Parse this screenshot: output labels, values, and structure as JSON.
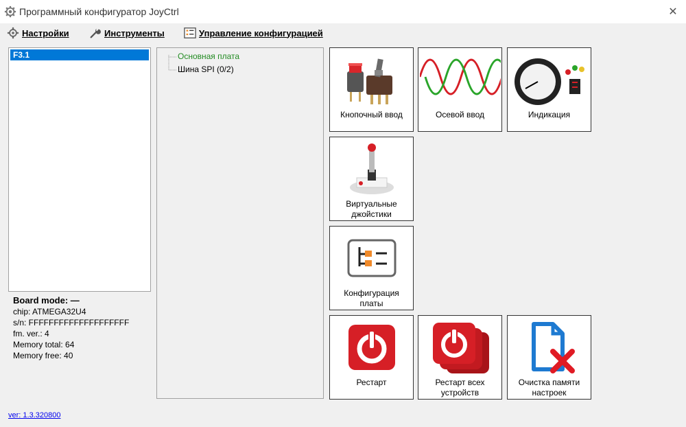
{
  "window": {
    "title": "Программный конфигуратор JoyCtrl",
    "close_glyph": "✕"
  },
  "menu": {
    "settings": "Настройки",
    "tools": "Инструменты",
    "config_management": "Управление конфигурацией"
  },
  "devices": {
    "selected": "F3.1"
  },
  "board_info": {
    "mode": "Board mode: —",
    "chip": "chip: ATMEGA32U4",
    "sn": "s/n: FFFFFFFFFFFFFFFFFFFF",
    "fmw": "fm. ver.: 4",
    "mem_total": "Memory total: 64",
    "mem_free": "Memory free: 40"
  },
  "tree": {
    "main_board": "Основная плата",
    "spi_bus": "Шина SPI (0/2)"
  },
  "tiles": {
    "button_input": {
      "line1": "Кнопочный ввод",
      "line2": ""
    },
    "axis_input": {
      "line1": "Осевой ввод",
      "line2": ""
    },
    "indication": {
      "line1": "Индикация",
      "line2": ""
    },
    "virtual_joysticks": {
      "line1": "Виртуальные",
      "line2": "джойстики"
    },
    "board_config": {
      "line1": "Конфигурация",
      "line2": "платы"
    },
    "restart": {
      "line1": "Рестарт",
      "line2": ""
    },
    "restart_all": {
      "line1": "Рестарт всех",
      "line2": "устройств"
    },
    "clear_memory": {
      "line1": "Очистка памяти",
      "line2": "настроек"
    }
  },
  "footer": {
    "version": "ver: 1.3.320800"
  },
  "colors": {
    "selection": "#0078d7",
    "tree_active": "#228b22",
    "power_red": "#d61f26",
    "link": "#0000ee"
  }
}
